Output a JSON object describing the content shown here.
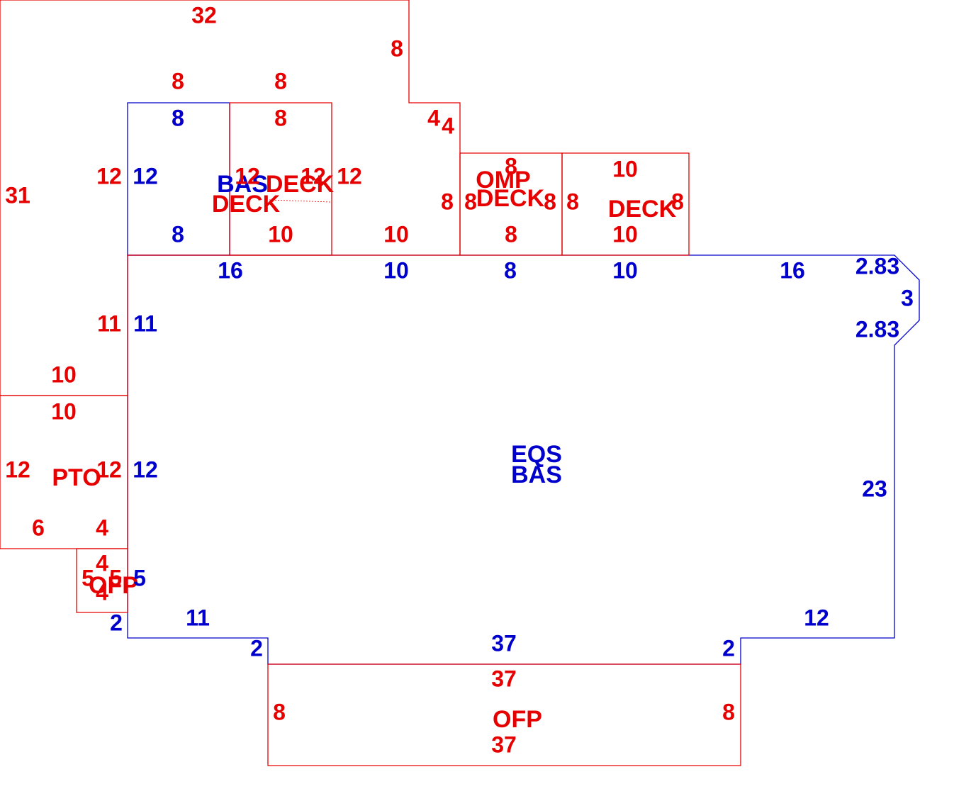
{
  "colors": {
    "red": "#e60000",
    "blue": "#0000cc"
  },
  "areas": [
    {
      "id": "eqs-bas",
      "color": "blue",
      "labels": [
        "EQS",
        "BAS"
      ]
    },
    {
      "id": "bas-upper",
      "color": "blue",
      "labels": [
        "BAS"
      ]
    },
    {
      "id": "deck-1",
      "color": "red",
      "labels": [
        "DECK"
      ]
    },
    {
      "id": "deck-2",
      "color": "red",
      "labels": [
        "DECK"
      ]
    },
    {
      "id": "omp-deck",
      "color": "red",
      "labels": [
        "OMP",
        "DECK"
      ]
    },
    {
      "id": "deck-3",
      "color": "red",
      "labels": [
        "DECK"
      ]
    },
    {
      "id": "pto",
      "color": "red",
      "labels": [
        "PTO"
      ]
    },
    {
      "id": "ofp-small",
      "color": "red",
      "labels": [
        "OFP"
      ]
    },
    {
      "id": "ofp-front",
      "color": "red",
      "labels": [
        "OFP"
      ]
    }
  ],
  "dimensions": {
    "red": [
      "32",
      "8",
      "8",
      "8",
      "4",
      "4",
      "31",
      "12",
      "12",
      "12",
      "12",
      "8",
      "8",
      "8",
      "8",
      "8",
      "8",
      "10",
      "10",
      "10",
      "8",
      "8",
      "8",
      "10",
      "11",
      "10",
      "10",
      "12",
      "12",
      "6",
      "4",
      "4",
      "4",
      "5",
      "5",
      "37",
      "37",
      "8",
      "8"
    ],
    "blue": [
      "8",
      "12",
      "8",
      "16",
      "10",
      "8",
      "10",
      "16",
      "2.83",
      "3",
      "2.83",
      "11",
      "12",
      "23",
      "5",
      "2",
      "11",
      "2",
      "37",
      "2",
      "12"
    ]
  }
}
